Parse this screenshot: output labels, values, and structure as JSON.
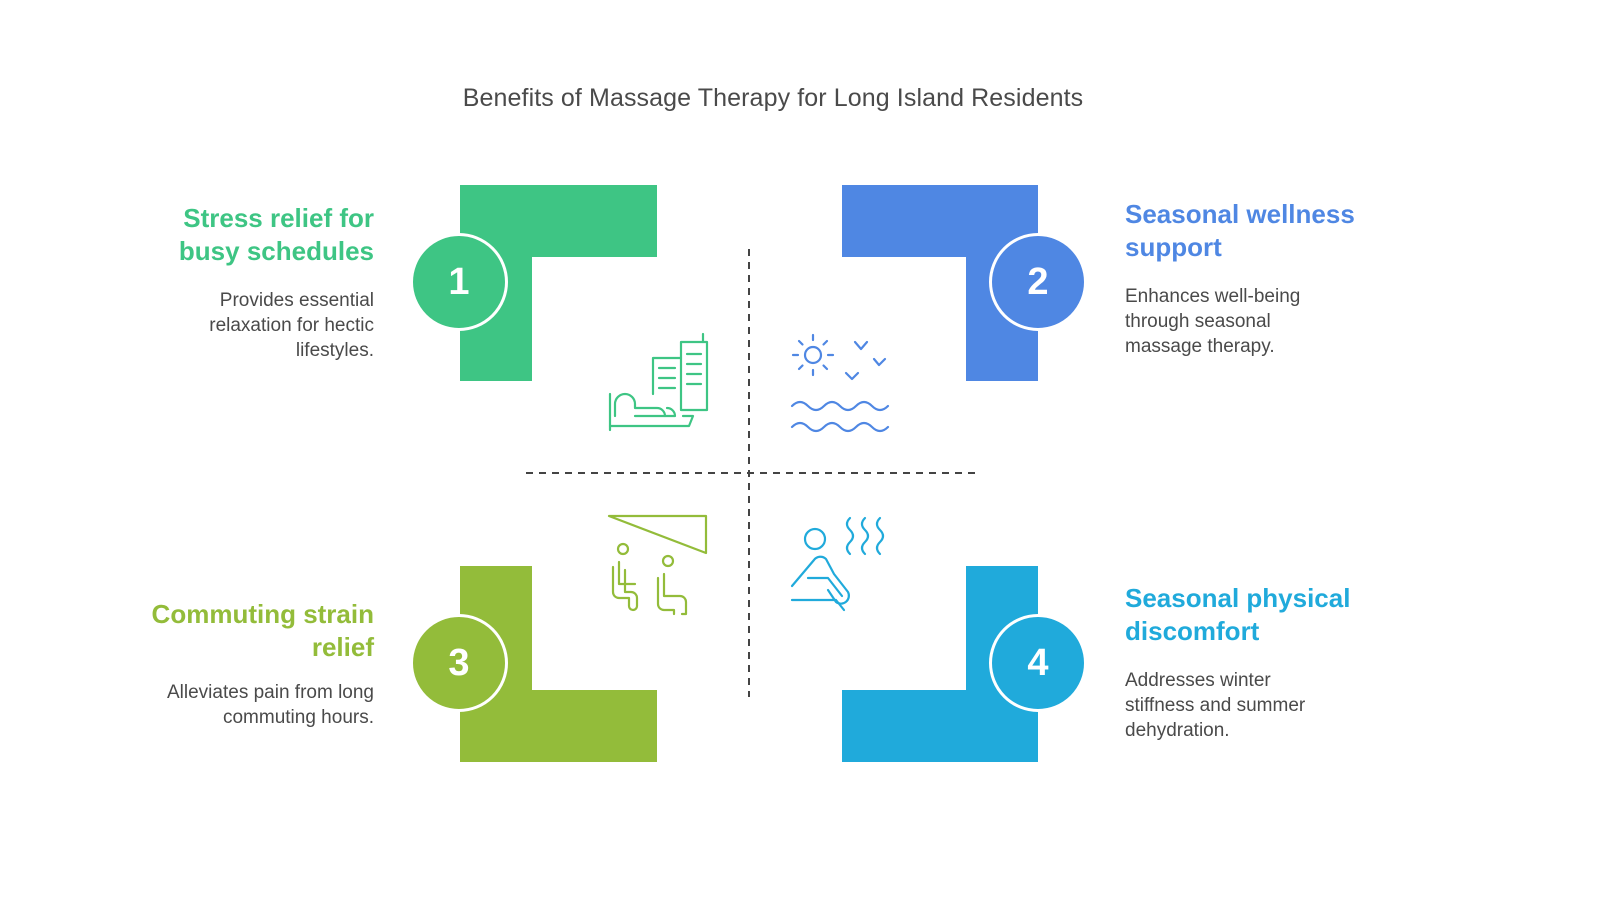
{
  "title": "Benefits of Massage Therapy for Long Island Residents",
  "colors": {
    "green": "#3ec584",
    "blue": "#4f87e3",
    "lime": "#93bc3a",
    "cyan": "#20aadb",
    "divider": "#444444"
  },
  "items": [
    {
      "number": "1",
      "heading_line1": "Stress relief for",
      "heading_line2": "busy schedules",
      "desc_line1": "Provides essential",
      "desc_line2": "relaxation for hectic",
      "desc_line3": "lifestyles.",
      "icon": "office-buildings-relaxation-icon"
    },
    {
      "number": "2",
      "heading_line1": "Seasonal wellness",
      "heading_line2": "support",
      "desc_line1": "Enhances well-being",
      "desc_line2": "through seasonal",
      "desc_line3": "massage therapy.",
      "icon": "sun-birds-waves-icon"
    },
    {
      "number": "3",
      "heading_line1": "Commuting strain",
      "heading_line2": "relief",
      "desc_line1": "Alleviates pain from long",
      "desc_line2": "commuting hours.",
      "icon": "commuters-seated-icon"
    },
    {
      "number": "4",
      "heading_line1": "Seasonal physical",
      "heading_line2": "discomfort",
      "desc_line1": "Addresses winter",
      "desc_line2": "stiffness and summer",
      "desc_line3": "dehydration.",
      "icon": "sauna-relaxation-icon"
    }
  ]
}
